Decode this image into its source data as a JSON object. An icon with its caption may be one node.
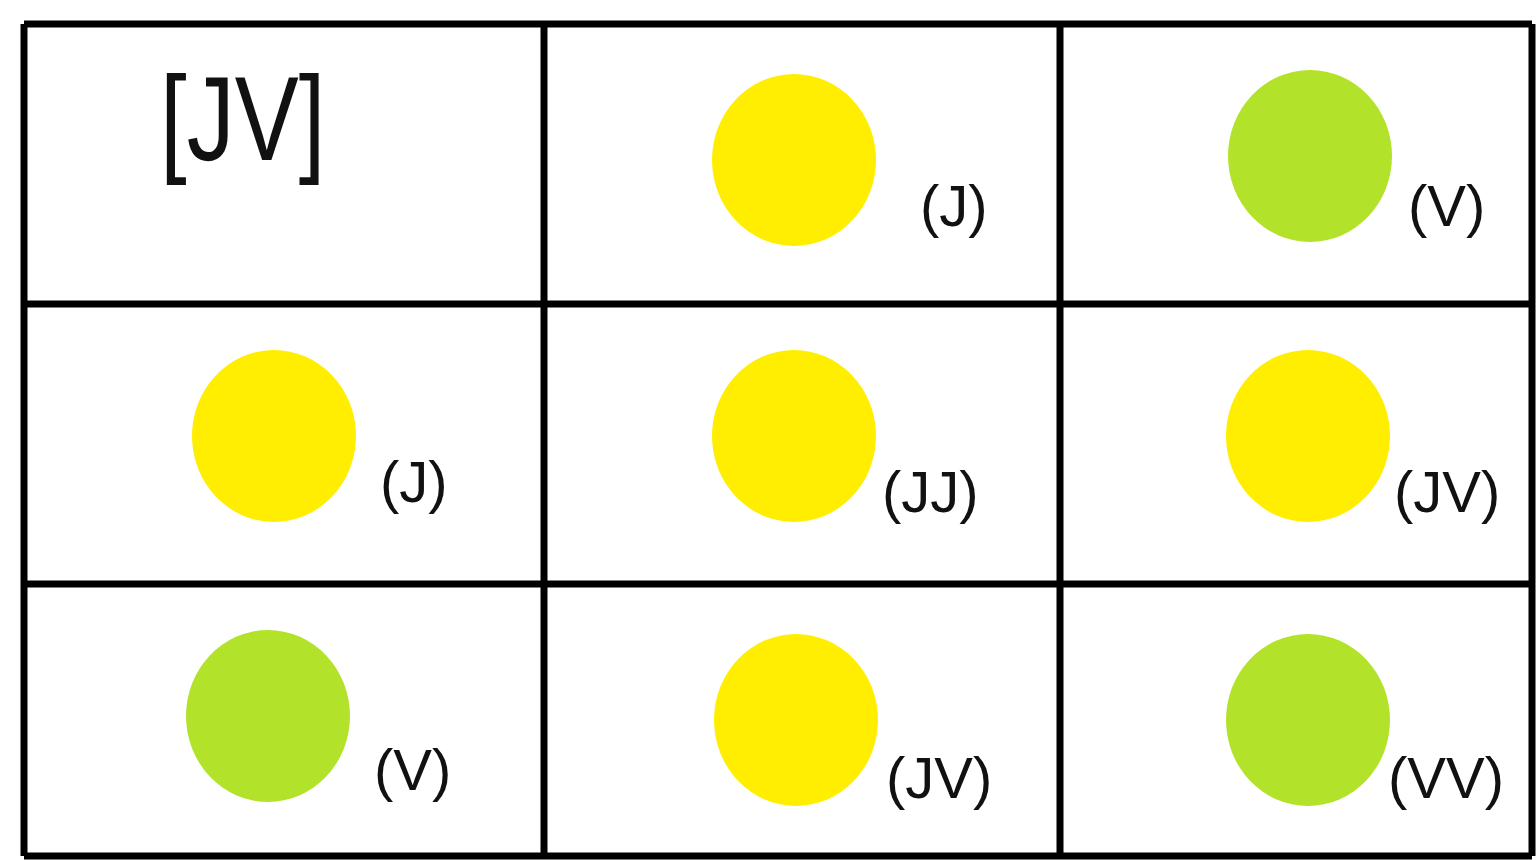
{
  "diagram": {
    "labels": [
      "[JV]",
      "(J)",
      "(V)",
      "(J)",
      "(JJ)",
      "(JV)",
      "(V)",
      "(JV)",
      "(VV)"
    ]
  }
}
